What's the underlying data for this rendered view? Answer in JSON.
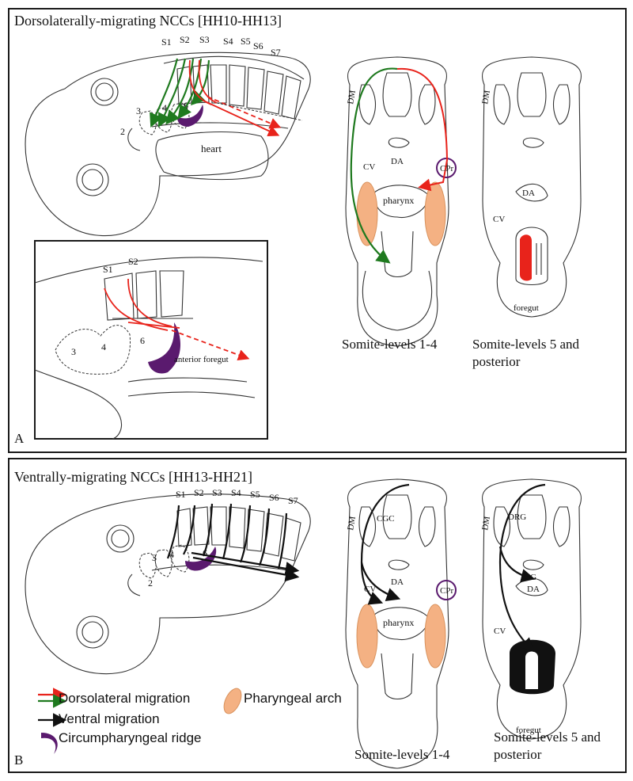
{
  "panel_a": {
    "title": "Dorsolaterally-migrating NCCs [HH10-HH13]",
    "letter": "A",
    "somites": [
      "S1",
      "S2",
      "S3",
      "S4",
      "S5",
      "S6",
      "S7"
    ],
    "arches": [
      "2",
      "3",
      "4",
      "6"
    ],
    "heart": "heart",
    "inset": {
      "somites": [
        "S1",
        "S2"
      ],
      "arches": [
        "3",
        "4",
        "6"
      ],
      "foregut_label": "anterior foregut"
    },
    "section1": {
      "labels": [
        "DM",
        "CV",
        "DA",
        "CPr",
        "pharynx"
      ],
      "caption": "Somite-levels 1-4"
    },
    "section2": {
      "labels": [
        "DM",
        "DA",
        "CV",
        "foregut"
      ],
      "caption": "Somite-levels 5 and posterior"
    }
  },
  "panel_b": {
    "title": "Ventrally-migrating NCCs [HH13-HH21]",
    "letter": "B",
    "somites": [
      "S1",
      "S2",
      "S3",
      "S4",
      "S5",
      "S6",
      "S7"
    ],
    "arches": [
      "2",
      "3",
      "4",
      "6"
    ],
    "section1": {
      "labels": [
        "DM",
        "CGC",
        "CV",
        "DA",
        "CPr",
        "pharynx"
      ],
      "caption": "Somite-levels 1-4"
    },
    "section2": {
      "labels": [
        "DM",
        "DRG",
        "SG",
        "DA",
        "CV",
        "foregut"
      ],
      "caption": "Somite-levels 5 and posterior"
    }
  },
  "legend": {
    "dorsolateral": "Dorsolateral migration",
    "ventral": "Ventral migration",
    "ridge": "Circumpharyngeal ridge",
    "arch": "Pharyngeal arch"
  },
  "colors": {
    "red": "#e8231b",
    "green": "#1f7a1f",
    "black": "#111111",
    "purple": "#5a1a6e",
    "arch_fill": "#f4b183",
    "outline": "#333333"
  },
  "icons": [
    "red-arrow-icon",
    "green-arrow-icon",
    "black-arrow-icon",
    "purple-ridge-icon",
    "orange-arch-icon"
  ]
}
